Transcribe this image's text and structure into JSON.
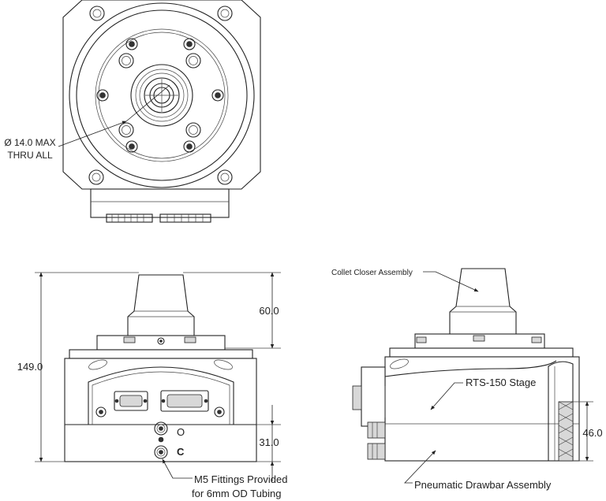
{
  "top_view": {
    "bore_callout_line1": "Ø 14.0 MAX",
    "bore_callout_line2": "THRU ALL"
  },
  "front_view": {
    "dim_total_height": "149.0",
    "dim_closer_height": "60.0",
    "dim_fitting_height": "31.0",
    "port_label_open": "O",
    "port_label_close": "C",
    "fittings_note_line1": "M5 Fittings Provided",
    "fittings_note_line2": "for 6mm OD Tubing"
  },
  "side_view": {
    "label_collet_closer": "Collet Closer Assembly",
    "label_stage": "RTS-150 Stage",
    "label_drawbar": "Pneumatic Drawbar Assembly",
    "dim_drawbar_height": "46.0"
  }
}
